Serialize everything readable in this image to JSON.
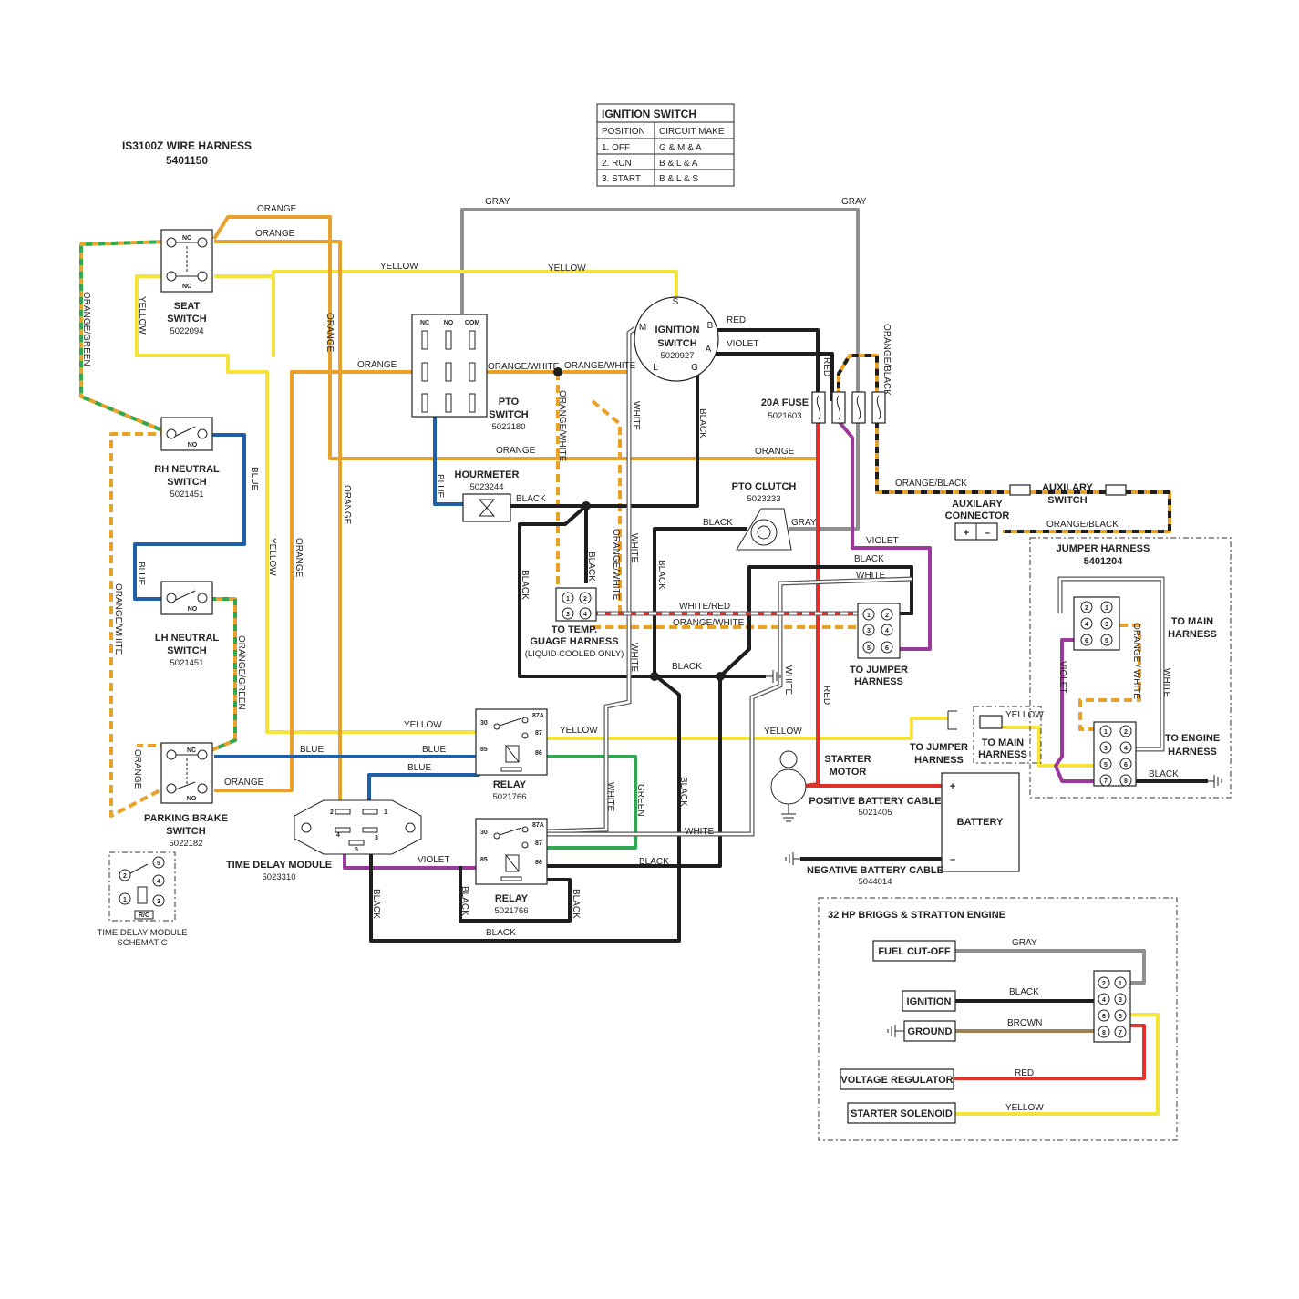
{
  "title": {
    "line1": "IS3100Z WIRE HARNESS",
    "line2": "5401150"
  },
  "ignition_table": {
    "title": "IGNITION SWITCH",
    "headers": [
      "POSITION",
      "CIRCUIT MAKE"
    ],
    "rows": [
      [
        "1. OFF",
        "G & M & A"
      ],
      [
        "2. RUN",
        "B & L & A"
      ],
      [
        "3. START",
        "B & L & S"
      ]
    ]
  },
  "components": {
    "seat_switch": {
      "name1": "SEAT",
      "name2": "SWITCH",
      "part": "5022094",
      "nc": "NC"
    },
    "rh_neutral": {
      "name1": "RH NEUTRAL",
      "name2": "SWITCH",
      "part": "5021451",
      "no": "NO"
    },
    "lh_neutral": {
      "name1": "LH NEUTRAL",
      "name2": "SWITCH",
      "part": "5021451",
      "no": "NO"
    },
    "parking_brake": {
      "name1": "PARKING BRAKE",
      "name2": "SWITCH",
      "part": "5022182",
      "nc": "NC",
      "no": "NO"
    },
    "tdm_schematic": {
      "name1": "TIME DELAY MODULE",
      "name2": "SCHEMATIC",
      "rc": "R/C"
    },
    "pto_switch": {
      "name1": "PTO",
      "name2": "SWITCH",
      "part": "5022180",
      "nc": "NC",
      "no": "NO",
      "com": "COM"
    },
    "hourmeter": {
      "name": "HOURMETER",
      "part": "5023244"
    },
    "ignition_switch": {
      "name1": "IGNITION",
      "name2": "SWITCH",
      "part": "5020927",
      "t_s": "S",
      "t_m": "M",
      "t_b": "B",
      "t_a": "A",
      "t_l": "L",
      "t_g": "G"
    },
    "fuse": {
      "name": "20A FUSE",
      "part": "5021603"
    },
    "pto_clutch": {
      "name": "PTO CLUTCH",
      "part": "5023233"
    },
    "temp_gauge": {
      "name1": "TO TEMP.",
      "name2": "GUAGE HARNESS",
      "name3": "(LIQUID COOLED ONLY)"
    },
    "jumper_conn": {
      "name1": "TO JUMPER",
      "name2": "HARNESS"
    },
    "aux_connector": {
      "name1": "AUXILARY",
      "name2": "CONNECTOR",
      "plus": "+",
      "minus": "–"
    },
    "aux_switch": {
      "name1": "AUXILARY",
      "name2": "SWITCH"
    },
    "jumper_harness": {
      "name1": "JUMPER HARNESS",
      "name2": "5401204",
      "to_main1": "TO MAIN",
      "to_main2": "HARNESS",
      "to_engine1": "TO ENGINE",
      "to_engine2": "HARNESS"
    },
    "relay1": {
      "name": "RELAY",
      "part": "5021766"
    },
    "relay2": {
      "name": "RELAY",
      "part": "5021766"
    },
    "time_delay": {
      "name": "TIME DELAY MODULE",
      "part": "5023310"
    },
    "starter_motor": {
      "name1": "STARTER",
      "name2": "MOTOR"
    },
    "battery": {
      "name": "BATTERY",
      "plus": "+",
      "minus": "–"
    },
    "pos_cable": {
      "name": "POSITIVE BATTERY CABLE",
      "part": "5021405"
    },
    "neg_cable": {
      "name": "NEGATIVE BATTERY CABLE",
      "part": "5044014"
    },
    "to_jumper2": {
      "name1": "TO JUMPER",
      "name2": "HARNESS"
    },
    "to_main2": {
      "name1": "TO MAIN",
      "name2": "HARNESS"
    },
    "engine": {
      "title": "32 HP BRIGGS & STRATTON ENGINE",
      "fuel": "FUEL CUT-OFF",
      "ignition": "IGNITION",
      "ground": "GROUND",
      "regulator": "VOLTAGE REGULATOR",
      "solenoid": "STARTER SOLENOID"
    }
  },
  "wire_labels": {
    "orange": "ORANGE",
    "orange_green": "ORANGE/GREEN",
    "orange_white": "ORANGE/WHITE",
    "orange_black": "ORANGE/BLACK",
    "yellow": "YELLOW",
    "gray": "GRAY",
    "blue": "BLUE",
    "red": "RED",
    "violet": "VIOLET",
    "black": "BLACK",
    "white": "WHITE",
    "white_red": "WHITE/RED",
    "green": "GREEN",
    "brown": "BROWN",
    "orange_space_white": "ORANGE / WHITE"
  },
  "pins": {
    "p1": "1",
    "p2": "2",
    "p3": "3",
    "p4": "4",
    "p5": "5",
    "p6": "6",
    "p7": "7",
    "p8": "8",
    "r30": "30",
    "r87a": "87A",
    "r87": "87",
    "r85": "85",
    "r86": "86"
  },
  "colors": {
    "orange": "#e8a22c",
    "green": "#2fa84f",
    "yellow": "#f5e23a",
    "gray": "#8f8f8f",
    "blue": "#1f5fa8",
    "red": "#e2312b",
    "violet": "#9b3a9b",
    "black": "#1e1e1e",
    "white_wire": "#ffffff",
    "brown": "#9c8256"
  }
}
